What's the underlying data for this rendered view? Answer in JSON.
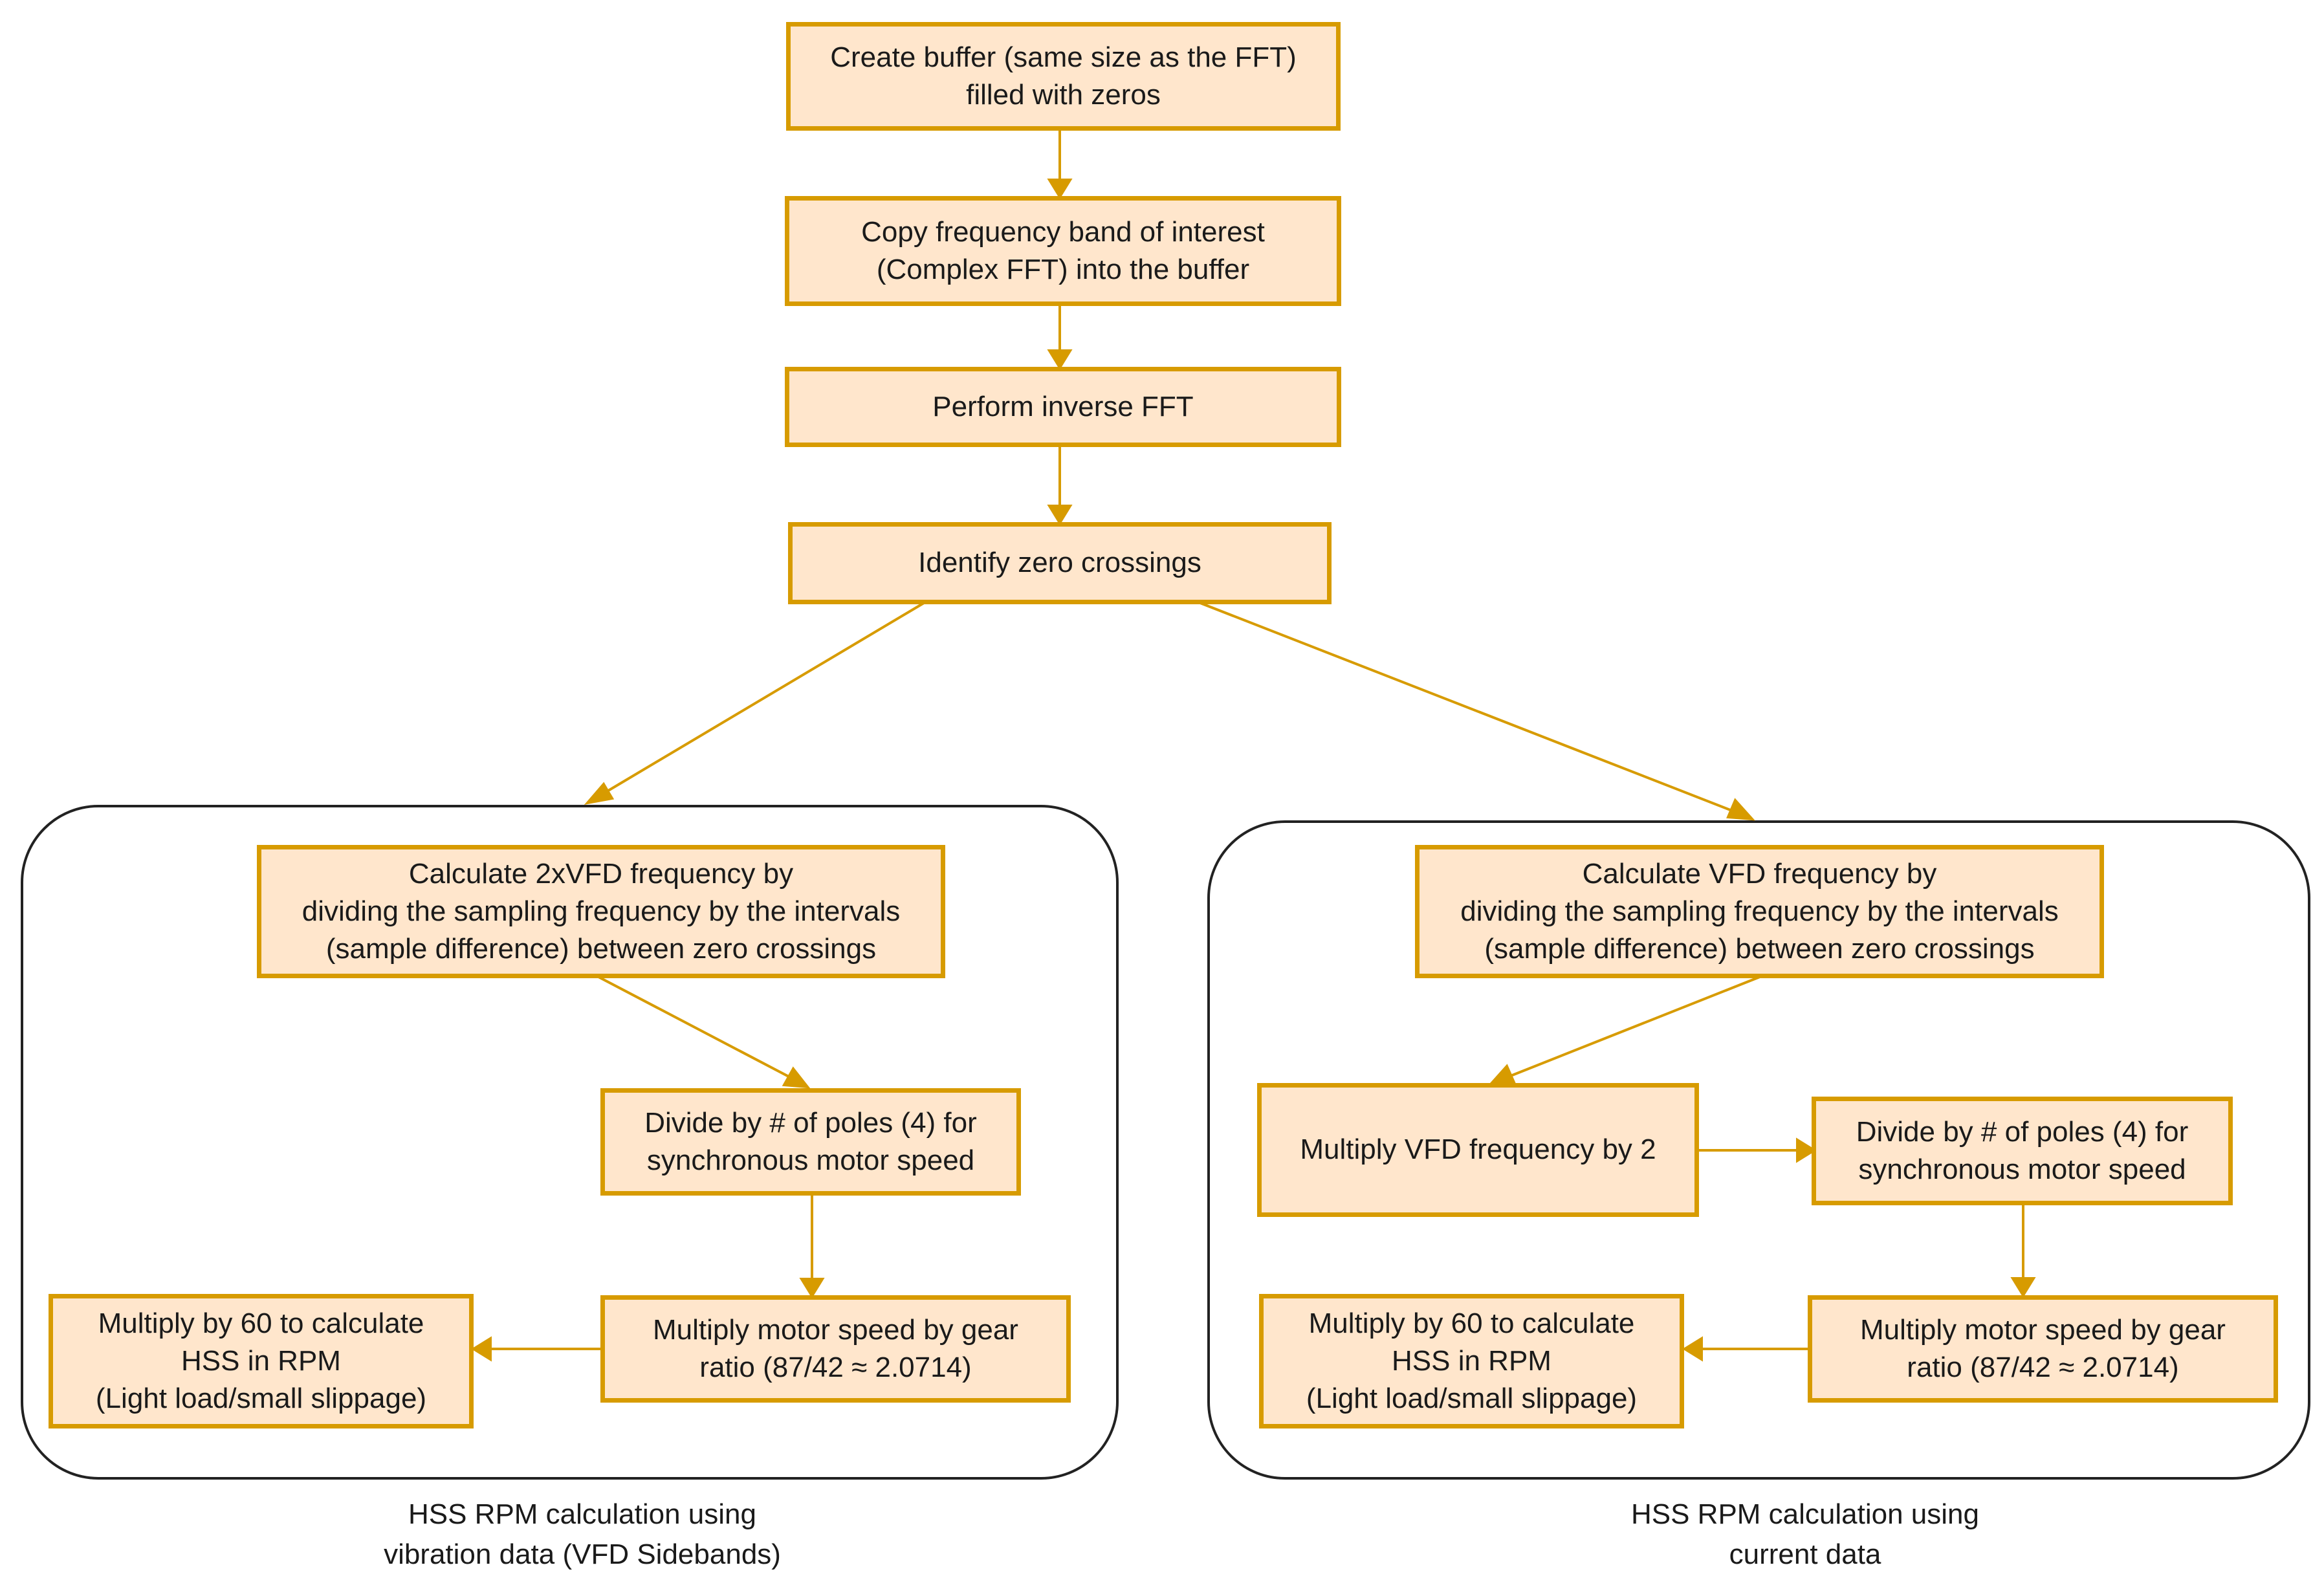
{
  "diagram": {
    "edge_color": "#d79b00",
    "node_fill": "#ffe6cc",
    "nodes": {
      "create_buffer": "Create buffer (same size as the FFT)\nfilled with zeros",
      "copy_band": "Copy frequency band of interest\n(Complex FFT) into the buffer",
      "inverse_fft": "Perform inverse FFT",
      "zero_crossings": "Identify zero crossings",
      "left_calc": "Calculate 2xVFD frequency by\ndividing the sampling frequency by the intervals\n(sample difference) between zero crossings",
      "left_divide": "Divide by # of poles (4) for\nsynchronous motor speed",
      "left_gear": "Multiply motor speed by gear\nratio (87/42 ≈ 2.0714)",
      "left_rpm": "Multiply by 60 to calculate\nHSS in RPM\n(Light load/small slippage)",
      "right_calc": "Calculate VFD frequency by\ndividing the sampling frequency by the intervals\n(sample difference) between zero crossings",
      "right_multiply2": "Multiply VFD frequency by 2",
      "right_divide": "Divide by # of poles (4) for\nsynchronous motor speed",
      "right_gear": "Multiply motor speed by gear\nratio (87/42 ≈ 2.0714)",
      "right_rpm": "Multiply by 60 to calculate\nHSS in RPM\n(Light load/small slippage)"
    },
    "groups": {
      "left_caption": "HSS RPM calculation using\nvibration data (VFD Sidebands)",
      "right_caption": "HSS RPM calculation using\ncurrent data"
    }
  }
}
